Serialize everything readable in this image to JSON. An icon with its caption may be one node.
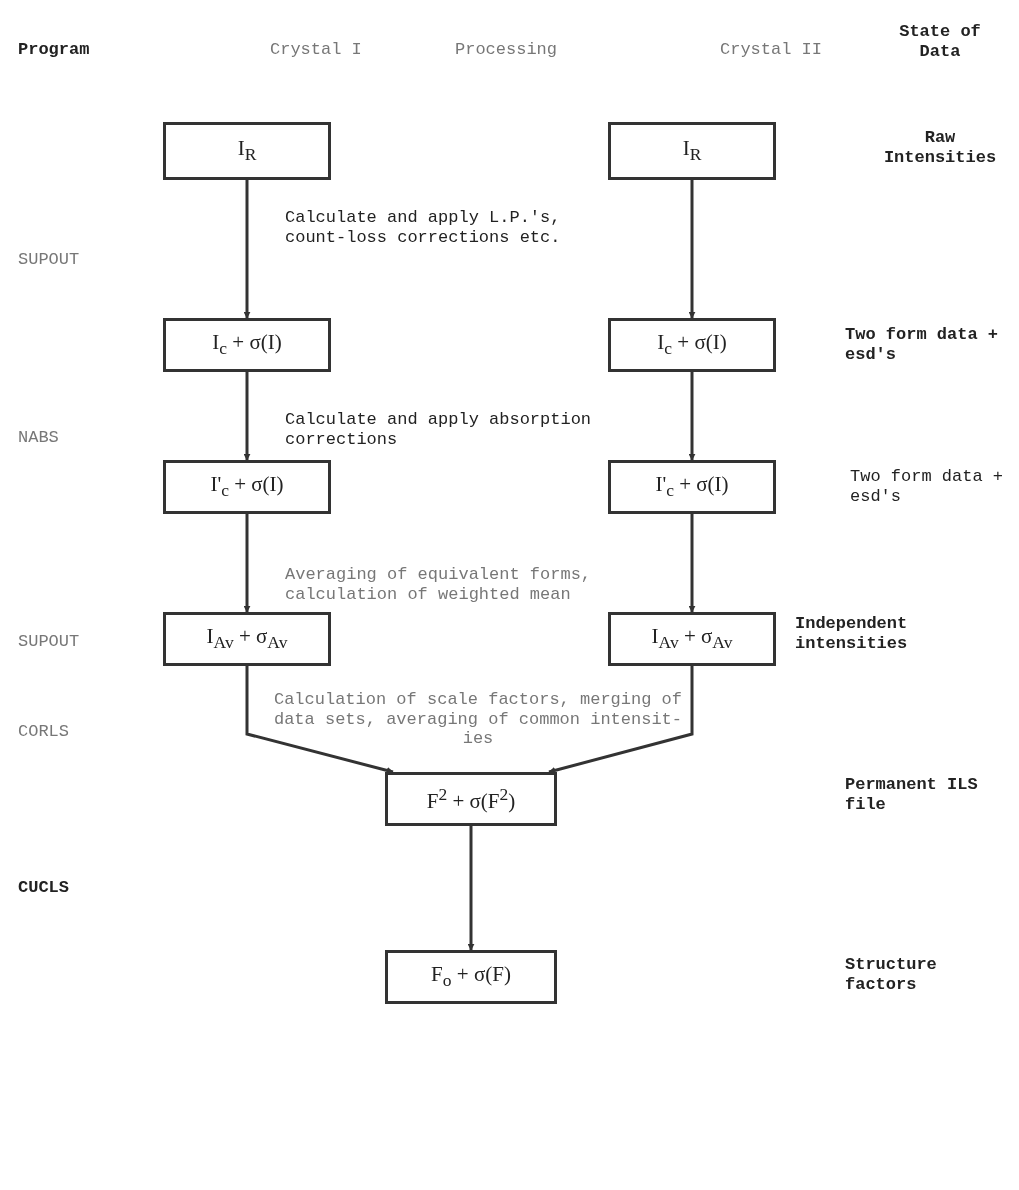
{
  "diagram": {
    "nodes": [
      {
        "text": [
          "I$_{R}$"
        ]
      },
      {
        "text": [
          "I$_{R}$"
        ]
      },
      {
        "text": [
          "I$_{c}$ + σ(I)"
        ]
      },
      {
        "text": [
          "I$_{c}$ + σ(I)"
        ]
      },
      {
        "text": [
          "I'$_{c}$ + σ(I)"
        ]
      },
      {
        "text": [
          "I'$_{c}$ + σ(I)"
        ]
      },
      {
        "text": [
          "I$_{Av}$ + σ$_{Av}$"
        ]
      },
      {
        "text": [
          "I$_{Av}$ + σ$_{Av}$"
        ]
      },
      {
        "text": [
          "F$^{2}$ + σ(F$^{2}$)"
        ]
      },
      {
        "text": [
          "F$_{o}$ + σ(F)"
        ]
      }
    ],
    "edges": [
      {
        "from": 0,
        "to": 2,
        "arrow": "to"
      },
      {
        "from": 1,
        "to": 3,
        "arrow": "to"
      },
      {
        "from": 2,
        "to": 4,
        "arrow": "to"
      },
      {
        "from": 3,
        "to": 5,
        "arrow": "to"
      },
      {
        "from": 4,
        "to": 6,
        "arrow": "to"
      },
      {
        "from": 5,
        "to": 7,
        "arrow": "to"
      },
      {
        "from": 6,
        "to": 8,
        "arrow": "to"
      },
      {
        "from": 7,
        "to": 8,
        "arrow": "to"
      },
      {
        "from": 8,
        "to": 9,
        "arrow": "to"
      }
    ],
    "labels": [
      "Program",
      "Crystal I",
      "Processing",
      "Crystal II",
      "State of Data",
      "Raw Intensities",
      "SUPOUT",
      "Calculate and apply L.P.'s, count-loss corrections etc.",
      "Two form data + esd's",
      "NABS",
      "Calculate and apply absorption corrections",
      "Two form data + esd's",
      "SUPOUT",
      "Averaging of equivalent forms, calculation of weighted mean",
      "Independent intensities",
      "CORLS",
      "Calculation of scale factors, merging of data sets, averaging of common intensit- ies",
      "Permanent ILS file",
      "CUCLS",
      "Structure factors"
    ]
  }
}
